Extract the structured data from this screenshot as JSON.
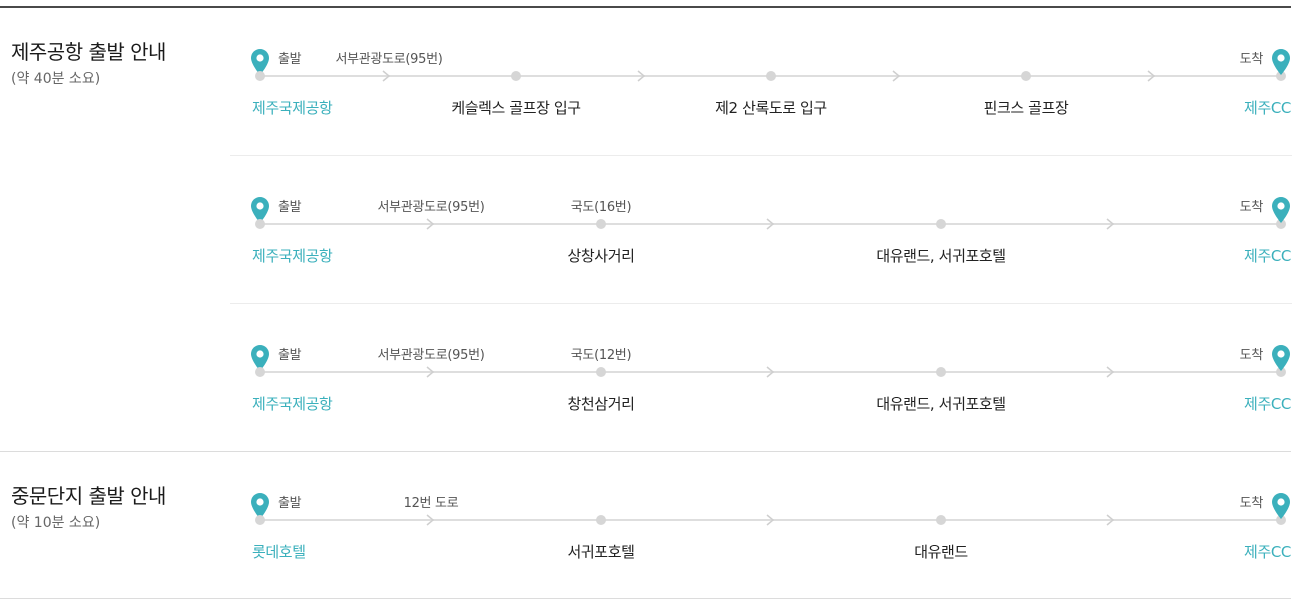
{
  "accent_color": "#3bb0bc",
  "sections": [
    {
      "title": "제주공항 출발 안내",
      "subtitle": "(약 40분 소요)",
      "routes": [
        {
          "depart_label": "출발",
          "arrive_label": "도착",
          "origin": "제주국제공항",
          "destination": "제주CC",
          "road_labels": [
            "서부관광도로(95번)"
          ],
          "stops": [
            "케슬렉스 골프장 입구",
            "제2 산록도로 입구",
            "핀크스 골프장"
          ]
        }
      ]
    },
    {
      "routes": [
        {
          "depart_label": "출발",
          "arrive_label": "도착",
          "origin": "제주국제공항",
          "destination": "제주CC",
          "road_labels": [
            "서부관광도로(95번)",
            "국도(16번)"
          ],
          "stops": [
            "상창사거리",
            "대유랜드, 서귀포호텔"
          ]
        },
        {
          "depart_label": "출발",
          "arrive_label": "도착",
          "origin": "제주국제공항",
          "destination": "제주CC",
          "road_labels": [
            "서부관광도로(95번)",
            "국도(12번)"
          ],
          "stops": [
            "창천삼거리",
            "대유랜드, 서귀포호텔"
          ]
        }
      ]
    },
    {
      "title": "중문단지 출발 안내",
      "subtitle": "(약 10분 소요)",
      "routes": [
        {
          "depart_label": "출발",
          "arrive_label": "도착",
          "origin": "롯데호텔",
          "destination": "제주CC",
          "road_labels": [
            "12번 도로"
          ],
          "stops": [
            "서귀포호텔",
            "대유랜드"
          ]
        }
      ]
    }
  ]
}
